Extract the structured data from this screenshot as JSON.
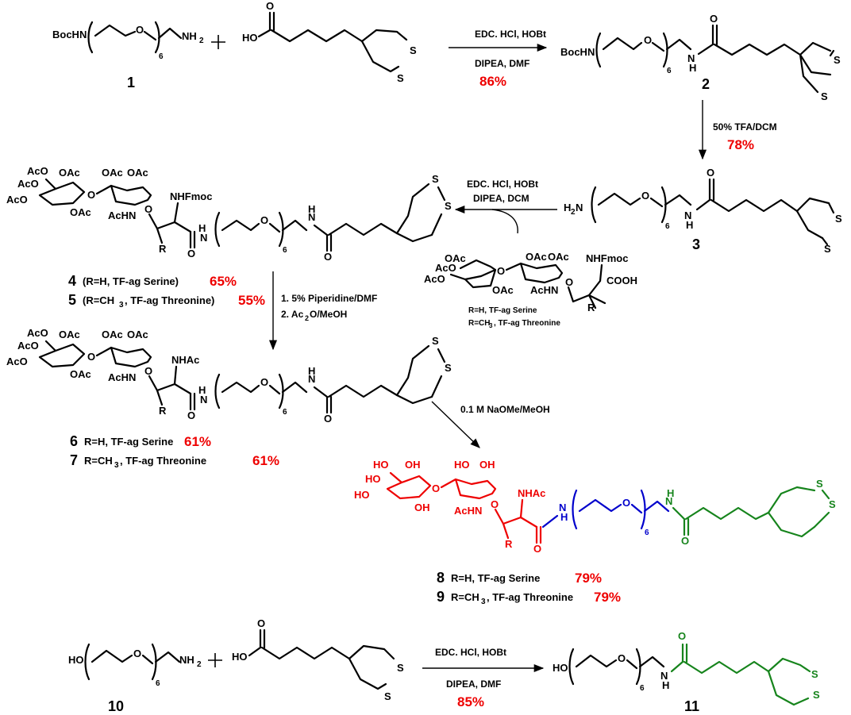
{
  "reactions": {
    "r1": {
      "reagent_line1": "EDC. HCl, HOBt",
      "reagent_line2": "DIPEA, DMF",
      "yield": "86%"
    },
    "r2": {
      "reagent_line1": "50% TFA/DCM",
      "yield": "78%"
    },
    "r3": {
      "reagent_line1": "EDC. HCl, HOBt",
      "reagent_line2": "DIPEA, DCM"
    },
    "r4": {
      "step1": "1. 5% Piperidine/DMF",
      "step2": "2. Ac",
      "step2_sub": "2",
      "step2_end": "O/MeOH"
    },
    "r5": {
      "reagent_line1": "0.1 M NaOMe/MeOH"
    },
    "r6": {
      "reagent_line1": "EDC. HCl, HOBt",
      "reagent_line2": "DIPEA, DMF",
      "yield": "85%"
    }
  },
  "compounds": {
    "c1": {
      "number": "1",
      "left_group": "BocHN",
      "right_group": "NH",
      "right_sub": "2",
      "repeat": "6"
    },
    "c2": {
      "number": "2",
      "left_group": "BocHN",
      "repeat": "6"
    },
    "c3": {
      "number": "3",
      "left_group": "H",
      "left_sub": "2",
      "left_end": "N",
      "repeat": "6"
    },
    "c4": {
      "number": "4",
      "label": "(R=H, TF-ag Serine)",
      "yield": "65%"
    },
    "c5": {
      "number": "5",
      "label": "(R=CH",
      "label_sub": "3",
      "label_end": ", TF-ag Threonine)",
      "yield": "55%"
    },
    "c6": {
      "number": "6",
      "label": "R=H, TF-ag Serine",
      "yield": "61%"
    },
    "c7": {
      "number": "7",
      "label": "R=CH",
      "label_sub": "3",
      "label_end": ", TF-ag Threonine",
      "yield": "61%"
    },
    "c8": {
      "number": "8",
      "label": "R=H, TF-ag Serine",
      "yield": "79%"
    },
    "c9": {
      "number": "9",
      "label": "R=CH",
      "label_sub": "3",
      "label_end": ", TF-ag Threonine",
      "yield": "79%"
    },
    "c10": {
      "number": "10",
      "left_group": "HO",
      "right_group": "NH",
      "right_sub": "2",
      "repeat": "6"
    },
    "c11": {
      "number": "11",
      "left_group": "HO",
      "repeat": "6"
    },
    "tf_aa": {
      "line1": "R=H, TF-ag Serine",
      "line2": "R=CH",
      "line2_sub": "3",
      "line2_end": ", TF-ag Threonine"
    }
  },
  "atoms": {
    "O": "O",
    "S": "S",
    "H": "H",
    "N": "N",
    "R": "R",
    "OAc": "OAc",
    "AcO": "AcO",
    "AcHN": "AcHN",
    "NHFmoc": "NHFmoc",
    "NHAc": "NHAc",
    "HO": "HO",
    "OH": "OH",
    "HOOC": "HO",
    "COOH": "COOH",
    "NH": "NH"
  }
}
